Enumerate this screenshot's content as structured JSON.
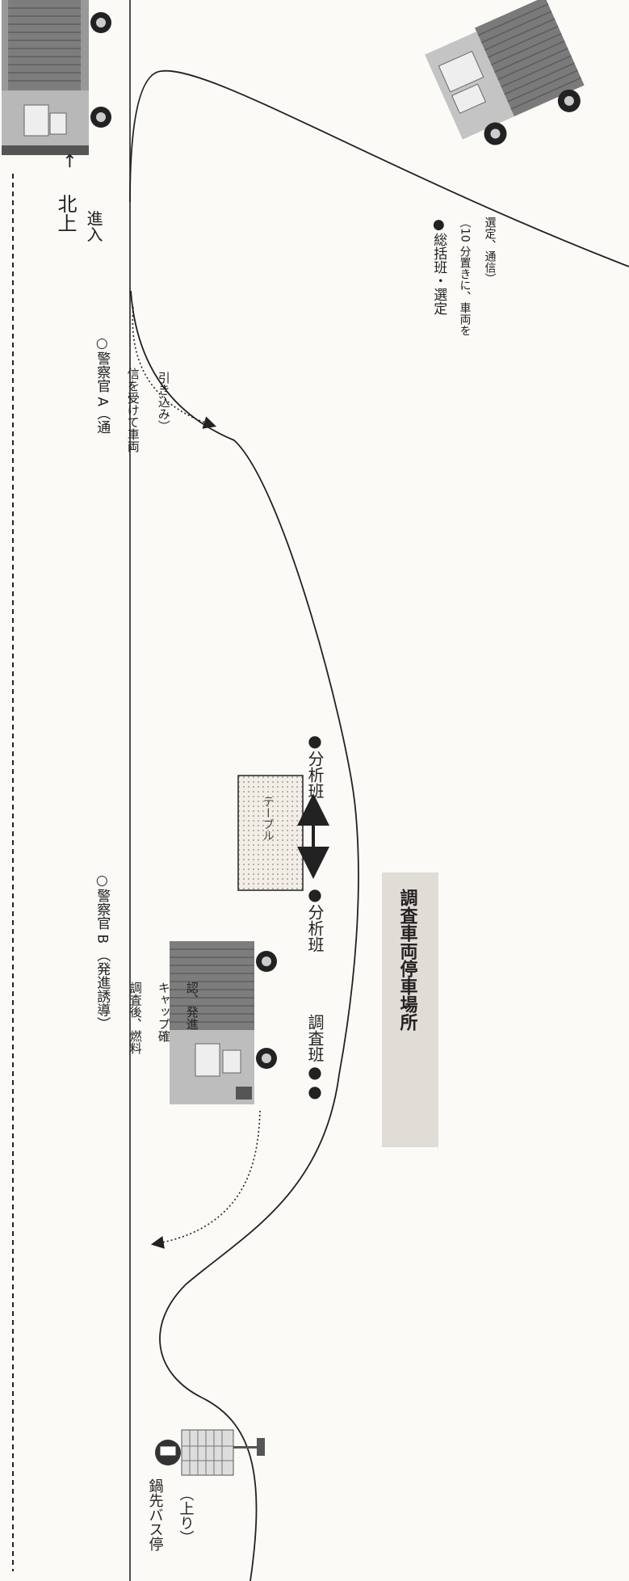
{
  "direction": {
    "arrow": "←",
    "label": "北上"
  },
  "entry": {
    "label": "進入"
  },
  "officer_a": {
    "title": "○警察官 A（通",
    "line2": "信を受けて車両",
    "line3": "引き込み）"
  },
  "officer_b": {
    "title": "○警察官 B （発進誘導）",
    "line2": "調査後、燃料",
    "line3": "キャップ確",
    "line4": "認、発進"
  },
  "team_general": {
    "title": "●総括班・選定",
    "line2": "（10 分置きに、車両を",
    "line3": "選定、通信）"
  },
  "team_analysis_1": {
    "label": "●分析班"
  },
  "team_analysis_2": {
    "label": "●分析班"
  },
  "table": {
    "label": "テーブル"
  },
  "team_survey": {
    "label": "調査班●●"
  },
  "parking_area": {
    "label": "調査車両停車場所"
  },
  "bus_stop": {
    "name": "鍋先バス停",
    "direction": "（上り）"
  },
  "colors": {
    "line": "#1a1a1a",
    "truck_gray": "#8c8c8c",
    "truck_dark": "#3a3a3a",
    "parking_bg": "#e0dcd6",
    "table_fill": "#f2eee6"
  }
}
